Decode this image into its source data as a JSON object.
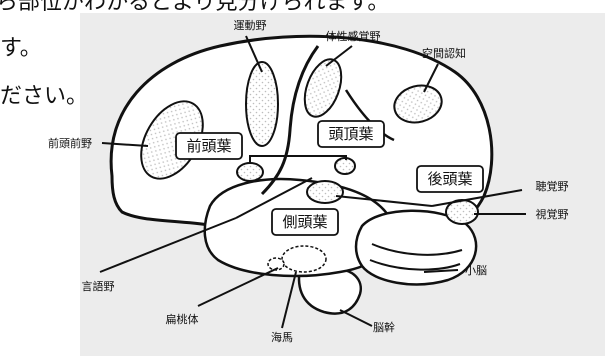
{
  "page_text": {
    "line1": "ら部位がわかるとより見分けられます。",
    "line2": "す。",
    "line3": "ださい。"
  },
  "diagram": {
    "lobes": {
      "frontal": "前頭葉",
      "parietal": "頭頂葉",
      "occipital": "後頭葉",
      "temporal": "側頭葉"
    },
    "areas": {
      "motor": "運動野",
      "somatosensory": "体性感覚野",
      "spatial": "空間認知",
      "prefrontal": "前頭前野",
      "auditory": "聴覚野",
      "visual": "視覚野",
      "cerebellum": "小脳",
      "language": "言語野",
      "amygdala": "扁桃体",
      "hippocampus": "海馬",
      "brainstem": "脳幹"
    },
    "colors": {
      "panel": "#ececec",
      "outline": "#111111",
      "fill": "#ffffff",
      "dot": "#bdbdbd"
    }
  }
}
